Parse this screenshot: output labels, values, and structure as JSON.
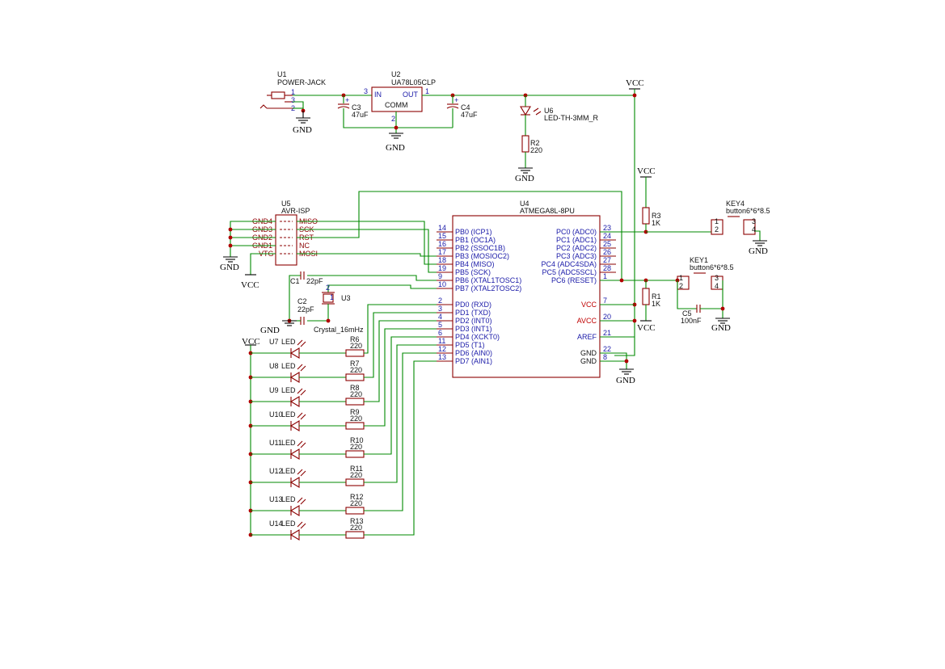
{
  "power": {
    "u1_ref": "U1",
    "u1_value": "POWER-JACK",
    "u1_pins": [
      "1",
      "3",
      "2"
    ],
    "u2_ref": "U2",
    "u2_value": "UA78L05CLP",
    "u2_in": "IN",
    "u2_out": "OUT",
    "u2_comm": "COMM",
    "u2_pin_in": "3",
    "u2_pin_out": "1",
    "u2_pin_gnd": "2",
    "c3_ref": "C3",
    "c3_value": "47uF",
    "c4_ref": "C4",
    "c4_value": "47uF",
    "u6_ref": "U6",
    "u6_value": "LED-TH-3MM_R",
    "r2_ref": "R2",
    "r2_value": "220",
    "gnd": "GND",
    "vcc": "VCC"
  },
  "isp": {
    "ref": "U5",
    "value": "AVR-ISP",
    "left_pins": [
      "GND4",
      "GND3",
      "GND2",
      "GND1",
      "VTG"
    ],
    "right_pins": [
      "MISO",
      "SCK",
      "RST",
      "NC",
      "MOSI"
    ]
  },
  "crystal": {
    "c1_ref": "C1",
    "c1_value": "22pF",
    "c2_ref": "C2",
    "c2_value": "22pF",
    "u3_ref": "U3",
    "u3_value": "Crystal_16mHz",
    "pins": [
      "1",
      "2"
    ]
  },
  "mcu": {
    "ref": "U4",
    "value": "ATMEGA8L-8PU",
    "left_pins": [
      {
        "num": "14",
        "name": "PB0 (ICP1)"
      },
      {
        "num": "15",
        "name": "PB1 (OC1A)"
      },
      {
        "num": "16",
        "name": "PB2 (SSOC1B)"
      },
      {
        "num": "17",
        "name": "PB3 (MOSIOC2)"
      },
      {
        "num": "18",
        "name": "PB4 (MISO)"
      },
      {
        "num": "19",
        "name": "PB5 (SCK)"
      },
      {
        "num": "9",
        "name": "PB6 (XTAL1TOSC1)"
      },
      {
        "num": "10",
        "name": "PB7 (XTAL2TOSC2)"
      },
      {
        "num": "2",
        "name": "PD0 (RXD)"
      },
      {
        "num": "3",
        "name": "PD1 (TXD)"
      },
      {
        "num": "4",
        "name": "PD2 (INT0)"
      },
      {
        "num": "5",
        "name": "PD3 (INT1)"
      },
      {
        "num": "6",
        "name": "PD4 (XCKT0)"
      },
      {
        "num": "11",
        "name": "PD5 (T1)"
      },
      {
        "num": "12",
        "name": "PD6 (AIN0)"
      },
      {
        "num": "13",
        "name": "PD7 (AIN1)"
      }
    ],
    "right_pins": [
      {
        "num": "23",
        "name": "PC0 (ADC0)"
      },
      {
        "num": "24",
        "name": "PC1 (ADC1)"
      },
      {
        "num": "25",
        "name": "PC2 (ADC2)"
      },
      {
        "num": "26",
        "name": "PC3 (ADC3)"
      },
      {
        "num": "27",
        "name": "PC4 (ADC4SDA)"
      },
      {
        "num": "28",
        "name": "PC5 (ADC5SCL)"
      },
      {
        "num": "1",
        "name": "PC6 (RESET)"
      },
      {
        "num": "7",
        "name": "VCC"
      },
      {
        "num": "20",
        "name": "AVCC"
      },
      {
        "num": "21",
        "name": "AREF"
      },
      {
        "num": "22",
        "name": "GND"
      },
      {
        "num": "8",
        "name": "GND"
      }
    ]
  },
  "right_side": {
    "r3_ref": "R3",
    "r3_value": "1K",
    "r1_ref": "R1",
    "r1_value": "1K",
    "key4_ref": "KEY4",
    "key4_value": "button6*6*8.5",
    "key1_ref": "KEY1",
    "key1_value": "button6*6*8.5",
    "key_pins": [
      "1",
      "2",
      "3",
      "4"
    ],
    "c5_ref": "C5",
    "c5_value": "100nF"
  },
  "leds": [
    {
      "led": "U7",
      "res": "R6",
      "value": "220"
    },
    {
      "led": "U8",
      "res": "R7",
      "value": "220"
    },
    {
      "led": "U9",
      "res": "R8",
      "value": "220"
    },
    {
      "led": "U10",
      "res": "R9",
      "value": "220"
    },
    {
      "led": "U11",
      "res": "R10",
      "value": "220"
    },
    {
      "led": "U12",
      "res": "R11",
      "value": "220"
    },
    {
      "led": "U13",
      "res": "R12",
      "value": "220"
    },
    {
      "led": "U14",
      "res": "R13",
      "value": "220"
    }
  ],
  "led_suffix": "LED"
}
